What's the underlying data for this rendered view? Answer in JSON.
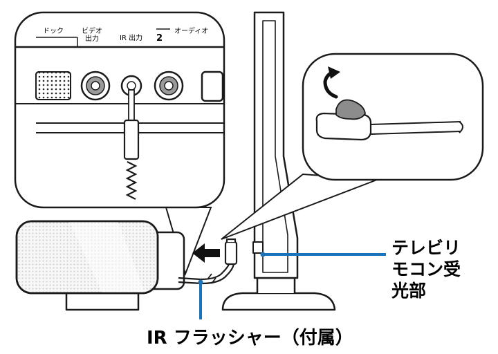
{
  "panel": {
    "dock_label": "ドック",
    "video_label_line1": "ビデオ",
    "video_label_line2": "出力",
    "ir_label": "IR 出力",
    "audio_label": "オーディオ",
    "audio_number": "2"
  },
  "callouts": {
    "tv_sensor_lines": [
      "テレビリ",
      "モコン受",
      "光部"
    ],
    "ir_flasher": "IR フラッシャー（付属）"
  },
  "colors": {
    "leader_line": "#1a73b8",
    "outline": "#1a1a1a",
    "panel_gray": "#9a9a9a",
    "sensor_gray": "#8c8c8c"
  },
  "icons": [
    "rotate-arrow-icon",
    "insert-arrow-icon"
  ]
}
